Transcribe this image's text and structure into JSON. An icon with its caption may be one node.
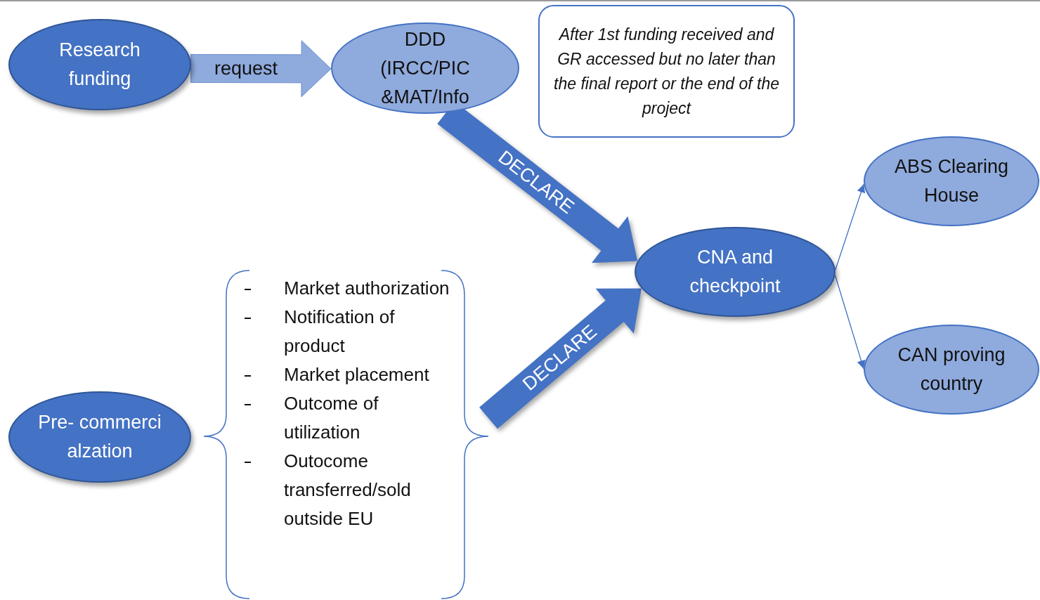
{
  "diagram": {
    "nodes": [
      {
        "text": [
          "Research funding"
        ]
      },
      {
        "text": [
          "DDD (IRCC/PIC &MAT/Info"
        ]
      },
      {
        "text": [
          "After 1st funding received and GR accessed but no later than the final report or the end of the project"
        ]
      },
      {
        "text": [
          "CNA and checkpoint"
        ]
      },
      {
        "text": [
          "ABS Clearing House"
        ]
      },
      {
        "text": [
          "CAN proving country"
        ]
      },
      {
        "text": [
          "Pre- commerci alzation"
        ]
      },
      {
        "text": [
          "Market authorization",
          "Notification of product",
          "Market placement",
          "Outcome of utilization",
          "Outocome transferred/sold outside EU"
        ]
      }
    ],
    "edges": [
      {
        "from": 0,
        "to": 1,
        "arrow": "to",
        "label": "request",
        "style": "thick",
        "color": "#8faadc"
      },
      {
        "from": 1,
        "to": 3,
        "arrow": "to",
        "label": "DECLARE",
        "style": "thick"
      },
      {
        "from": 7,
        "to": 3,
        "arrow": "to",
        "label": "DECLARE",
        "style": "thick"
      },
      {
        "from": 3,
        "to": 4,
        "arrow": "to"
      },
      {
        "from": 3,
        "to": 5,
        "arrow": "to"
      }
    ]
  }
}
